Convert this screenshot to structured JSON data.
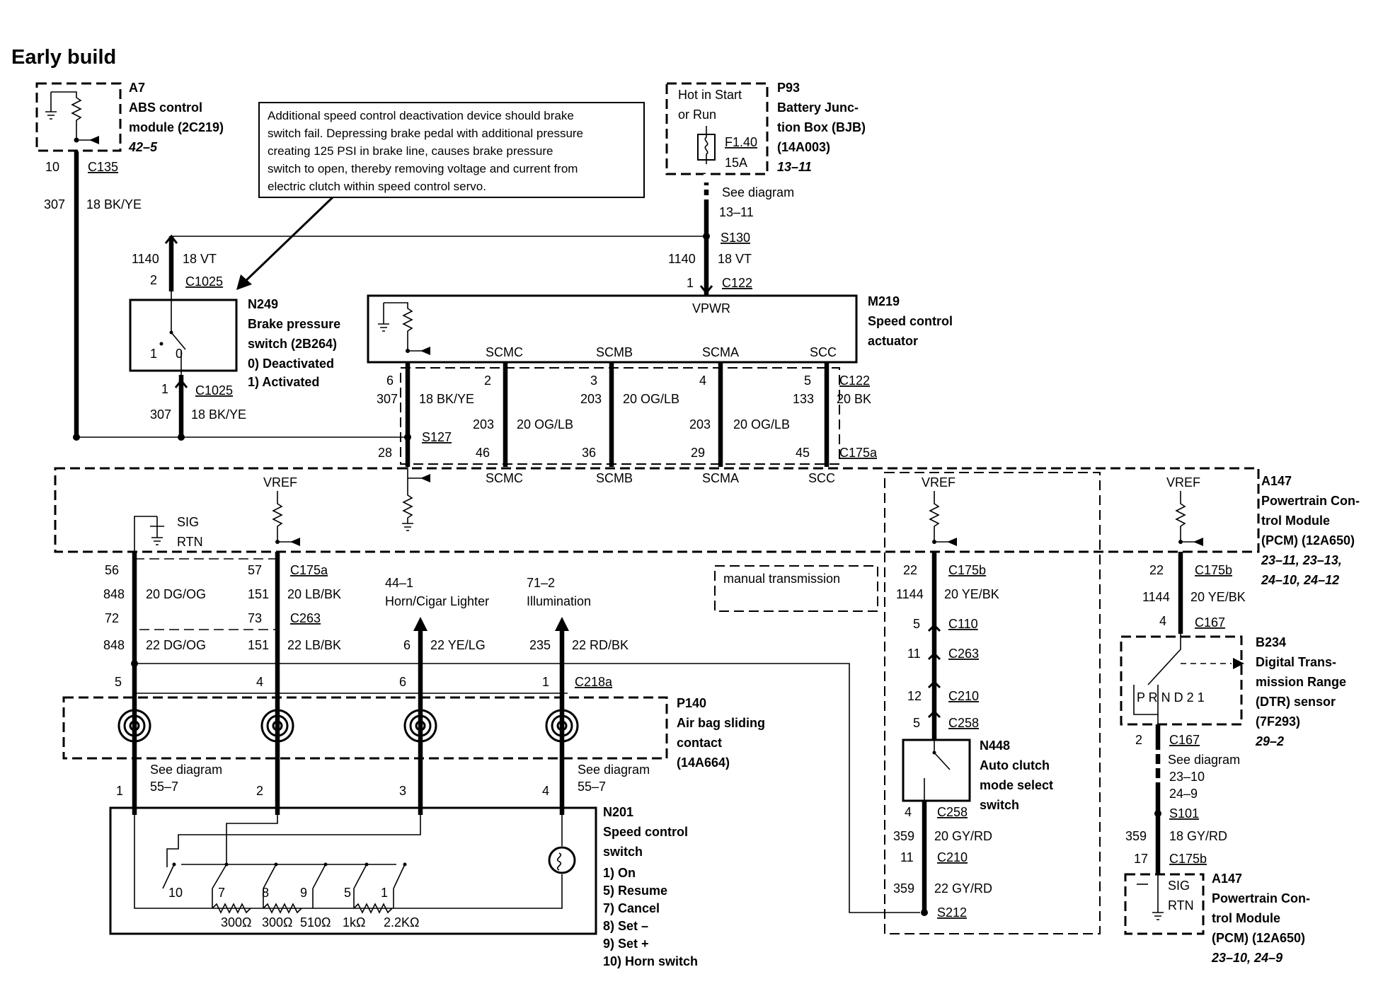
{
  "title": "Early build",
  "note_lines": [
    "Additional speed control deactivation device should brake",
    "switch fail.  Depressing brake pedal with additional pressure",
    "creating 125 PSI in brake line, causes brake pressure",
    "switch to open, thereby removing voltage and current from",
    "electric clutch within speed control servo."
  ],
  "a7": {
    "id": "A7",
    "name1": "ABS control",
    "name2": "module (2C219)",
    "ref": "42–5"
  },
  "p93": {
    "id": "P93",
    "name1": "Battery Junc-",
    "name2": "tion Box (BJB)",
    "name3": "(14A003)",
    "ref": "13–11",
    "hot1": "Hot in Start",
    "hot2": "or Run",
    "fuse": "F1.40",
    "amps": "15A"
  },
  "n249": {
    "id": "N249",
    "name1": "Brake pressure",
    "name2": "switch (2B264)",
    "state0": "0)    Deactivated",
    "state1": "1)    Activated",
    "pos1": "1",
    "pos0": "0"
  },
  "m219": {
    "id": "M219",
    "name1": "Speed control",
    "name2": "actuator",
    "vpwr": "VPWR",
    "scmc": "SCMC",
    "scmb": "SCMB",
    "scma": "SCMA",
    "scc": "SCC"
  },
  "a147": {
    "id": "A147",
    "name1": "Powertrain Con-",
    "name2": "trol Module",
    "name3": "(PCM) (12A650)",
    "refs1": "23–11, 23–13,",
    "refs2": "24–10, 24–12",
    "vref": "VREF",
    "sig": "SIG",
    "rtn": "RTN",
    "scmc": "SCMC",
    "scmb": "SCMB",
    "scma": "SCMA",
    "scc": "SCC"
  },
  "a147b": {
    "id": "A147",
    "name1": "Powertrain Con-",
    "name2": "trol Module",
    "name3": "(PCM) (12A650)",
    "refs": "23–10, 24–9",
    "sig": "SIG",
    "rtn": "RTN"
  },
  "p140": {
    "id": "P140",
    "name1": "Air bag sliding",
    "name2": "contact",
    "name3": "(14A664)"
  },
  "n201": {
    "id": "N201",
    "name1": "Speed control",
    "name2": "switch",
    "legend": [
      "1)    On",
      "5)    Resume",
      "7)    Cancel",
      "8)    Set –",
      "9)    Set +",
      "10)  Horn switch"
    ],
    "sw": [
      "10",
      "7",
      "8",
      "9",
      "5",
      "1"
    ],
    "res": [
      "300Ω",
      "300Ω",
      "510Ω",
      "1kΩ",
      "2.2KΩ"
    ]
  },
  "n448": {
    "id": "N448",
    "name1": "Auto clutch",
    "name2": "mode select",
    "name3": "switch"
  },
  "b234": {
    "id": "B234",
    "name1": "Digital Trans-",
    "name2": "mission Range",
    "name3": "(DTR) sensor",
    "name4": "(7F293)",
    "ref": "29–2",
    "gears": "P  R  N  D  2  1"
  },
  "manual": "manual transmission",
  "seediag": {
    "s1311a": "See diagram",
    "s1311b": "13–11",
    "s557la": "See diagram",
    "s557lb": "55–7",
    "s557ra": "See diagram",
    "s557rb": "55–7",
    "s2310a": "See diagram",
    "s2310b": "23–10",
    "s2310c": "24–9"
  },
  "dest": {
    "horn1": "44–1",
    "horn2": "Horn/Cigar Lighter",
    "ill1": "71–2",
    "ill2": "Illumination"
  },
  "wires": {
    "c135": "C135",
    "p10": "10",
    "w307a": "307",
    "w307ac": "18 BK/YE",
    "w1140": "1140",
    "w1140c": "18 VT",
    "p2": "2",
    "c1025a": "C1025",
    "p1a": "1",
    "c1025b": "C1025",
    "w307b": "307",
    "w307bc": "18 BK/YE",
    "s130": "S130",
    "w1140r": "1140",
    "w1140rc": "18 VT",
    "p1c122": "1",
    "c122a": "C122",
    "p6": "6",
    "w307c": "307",
    "w307cc": "18 BK/YE",
    "p28": "28",
    "s127": "S127",
    "p2b": "2",
    "w203a": "203",
    "w203ac": "20 OG/LB",
    "p46": "46",
    "p3": "3",
    "w203b": "203",
    "w203bc": "20 OG/LB",
    "p36": "36",
    "p4": "4",
    "w203c": "203",
    "w203cc": "20 OG/LB",
    "p29": "29",
    "p5": "5",
    "c122b": "C122",
    "w133": "133",
    "w133c": "20 BK",
    "p45": "45",
    "c175a": "C175a",
    "p56": "56",
    "p57": "57",
    "c175a2": "C175a",
    "w848": "848",
    "w848c": "20 DG/OG",
    "w151": "151",
    "w151c": "20 LB/BK",
    "p72": "72",
    "p73": "73",
    "c263": "C263",
    "w848b": "848",
    "w848bc": "22 DG/OG",
    "w151b": "151",
    "w151bc": "22 LB/BK",
    "w6": "6",
    "w6c": "22 YE/LG",
    "w235": "235",
    "w235c": "22 RD/BK",
    "p5b": "5",
    "p4b": "4",
    "p6b": "6",
    "p1b": "1",
    "c218a": "C218a",
    "n1": "1",
    "n2": "2",
    "n3": "3",
    "n4": "4",
    "p22": "22",
    "c175b": "C175b",
    "w1144": "1144",
    "w1144c": "20 YE/BK",
    "p5c": "5",
    "c110": "C110",
    "p11": "11",
    "c263b": "C263",
    "p12": "12",
    "c210": "C210",
    "p5d": "5",
    "c258": "C258",
    "p4c": "4",
    "c258b": "C258",
    "w359": "359",
    "w359c": "20 GY/RD",
    "p11b": "11",
    "c210b": "C210",
    "w359b": "359",
    "w359bc": "22 GY/RD",
    "s212": "S212",
    "p22b": "22",
    "c175b2": "C175b",
    "w1144b": "1144",
    "w1144bc": "20 YE/BK",
    "p4d": "4",
    "c167": "C167",
    "p2c": "2",
    "c167b": "C167",
    "s101": "S101",
    "w359r": "359",
    "w359rc": "18 GY/RD",
    "p17": "17",
    "c175b3": "C175b"
  }
}
